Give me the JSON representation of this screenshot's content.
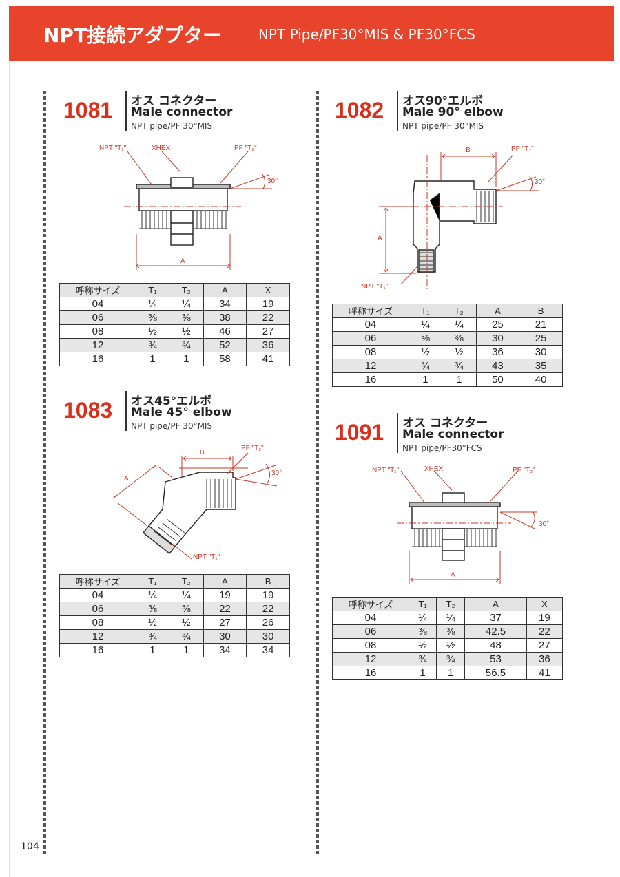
{
  "header": {
    "title_jp": "NPT接続アダプター",
    "title_en": "NPT Pipe/PF30°MIS & PF30°FCS"
  },
  "page_number": "104",
  "colors": {
    "accent": "#e8432b",
    "product_number": "#d6301e",
    "dimension": "#c43a2a"
  },
  "products": [
    {
      "number": "1081",
      "name_jp": "オス コネクター",
      "name_en": "Male connector",
      "sub": "NPT pipe/PF 30°MIS",
      "labels": {
        "npt": "NPT \"T₁\"",
        "hex": "XHEX",
        "pf": "PF \"T₂\"",
        "angle": "30°",
        "a": "A"
      },
      "columns": [
        "呼称サイズ",
        "T₁",
        "T₂",
        "A",
        "X"
      ],
      "rows": [
        [
          "04",
          "¼",
          "¼",
          "34",
          "19"
        ],
        [
          "06",
          "⅜",
          "⅜",
          "38",
          "22"
        ],
        [
          "08",
          "½",
          "½",
          "46",
          "27"
        ],
        [
          "12",
          "¾",
          "¾",
          "52",
          "36"
        ],
        [
          "16",
          "1",
          "1",
          "58",
          "41"
        ]
      ]
    },
    {
      "number": "1082",
      "name_jp": "オス90°エルボ",
      "name_en": "Male 90° elbow",
      "sub": "NPT pipe/PF 30°MIS",
      "labels": {
        "npt": "NPT \"T₁\"",
        "pf": "PF \"T₂\"",
        "angle": "30°",
        "a": "A",
        "b": "B"
      },
      "columns": [
        "呼称サイズ",
        "T₁",
        "T₂",
        "A",
        "B"
      ],
      "rows": [
        [
          "04",
          "¼",
          "¼",
          "25",
          "21"
        ],
        [
          "06",
          "⅜",
          "⅜",
          "30",
          "25"
        ],
        [
          "08",
          "½",
          "½",
          "36",
          "30"
        ],
        [
          "12",
          "¾",
          "¾",
          "43",
          "35"
        ],
        [
          "16",
          "1",
          "1",
          "50",
          "40"
        ]
      ]
    },
    {
      "number": "1083",
      "name_jp": "オス45°エルボ",
      "name_en": "Male 45° elbow",
      "sub": "NPT pipe/PF 30°MIS",
      "labels": {
        "npt": "NPT \"T₁\"",
        "pf": "PF \"T₂\"",
        "angle": "30°",
        "a": "A",
        "b": "B"
      },
      "columns": [
        "呼称サイズ",
        "T₁",
        "T₂",
        "A",
        "B"
      ],
      "rows": [
        [
          "04",
          "¼",
          "¼",
          "19",
          "19"
        ],
        [
          "06",
          "⅜",
          "⅜",
          "22",
          "22"
        ],
        [
          "08",
          "½",
          "½",
          "27",
          "26"
        ],
        [
          "12",
          "¾",
          "¾",
          "30",
          "30"
        ],
        [
          "16",
          "1",
          "1",
          "34",
          "34"
        ]
      ]
    },
    {
      "number": "1091",
      "name_jp": "オス コネクター",
      "name_en": "Male connector",
      "sub": "NPT pipe/PF30°FCS",
      "labels": {
        "npt": "NPT \"T₁\"",
        "hex": "XHEX",
        "pf": "PF \"T₂\"",
        "angle": "30°",
        "a": "A"
      },
      "columns": [
        "呼称サイズ",
        "T₁",
        "T₂",
        "A",
        "X"
      ],
      "rows": [
        [
          "04",
          "¼",
          "¼",
          "37",
          "19"
        ],
        [
          "06",
          "⅜",
          "⅜",
          "42.5",
          "22"
        ],
        [
          "08",
          "½",
          "½",
          "48",
          "27"
        ],
        [
          "12",
          "¾",
          "¾",
          "53",
          "36"
        ],
        [
          "16",
          "1",
          "1",
          "56.5",
          "41"
        ]
      ]
    }
  ]
}
